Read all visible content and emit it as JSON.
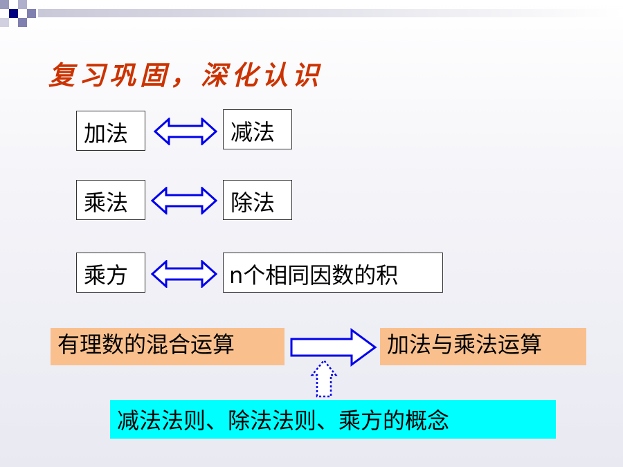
{
  "title": "复习巩固，深化认识",
  "pairs": [
    {
      "left": "加法",
      "right": "减法"
    },
    {
      "left": "乘法",
      "right": "除法"
    },
    {
      "left": "乘方",
      "right": "n个相同因数的积"
    }
  ],
  "flow": {
    "source": "有理数的混合运算",
    "target": "加法与乘法运算",
    "basis": "减法法则、除法法则、乘方的概念"
  },
  "colors": {
    "title": "#cc3300",
    "arrow": "#0000ee",
    "source_bg": "#f9c08e",
    "basis_bg": "#00ffff"
  }
}
